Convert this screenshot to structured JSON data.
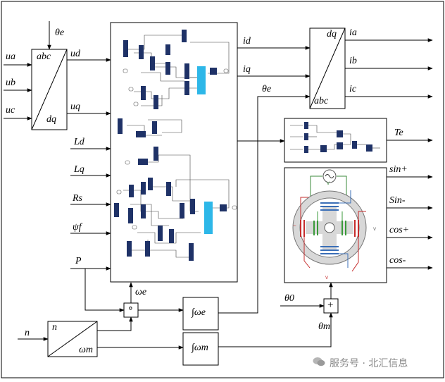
{
  "inputs": {
    "ua": "ua",
    "ub": "ub",
    "uc": "uc",
    "theta_e_top": "θe",
    "Ld": "Ld",
    "Lq": "Lq",
    "Rs": "Rs",
    "psi_f": "ψf",
    "P": "P",
    "n": "n"
  },
  "abc_dq_block": {
    "top": "abc",
    "bottom": "dq",
    "out_d": "ud",
    "out_q": "uq"
  },
  "dq_abc_block": {
    "top": "dq",
    "bottom": "abc",
    "in_d": "id",
    "in_q": "iq",
    "in_theta": "θe",
    "out_a": "ia",
    "out_b": "ib",
    "out_c": "ic"
  },
  "torque_output": "Te",
  "resolver_outputs": [
    "sin+",
    "Sin-",
    "cos+",
    "cos-"
  ],
  "multiplier_symbol": "∘",
  "omega_e_label": "ωe",
  "integrator_e": "∫ωe",
  "integrator_m": "∫ωm",
  "gain_block": {
    "top": "n",
    "bottom": "ωm"
  },
  "theta0": "θ0",
  "theta_m": "θm",
  "sum_symbol": "+",
  "watermark": "服务号 · 北汇信息"
}
